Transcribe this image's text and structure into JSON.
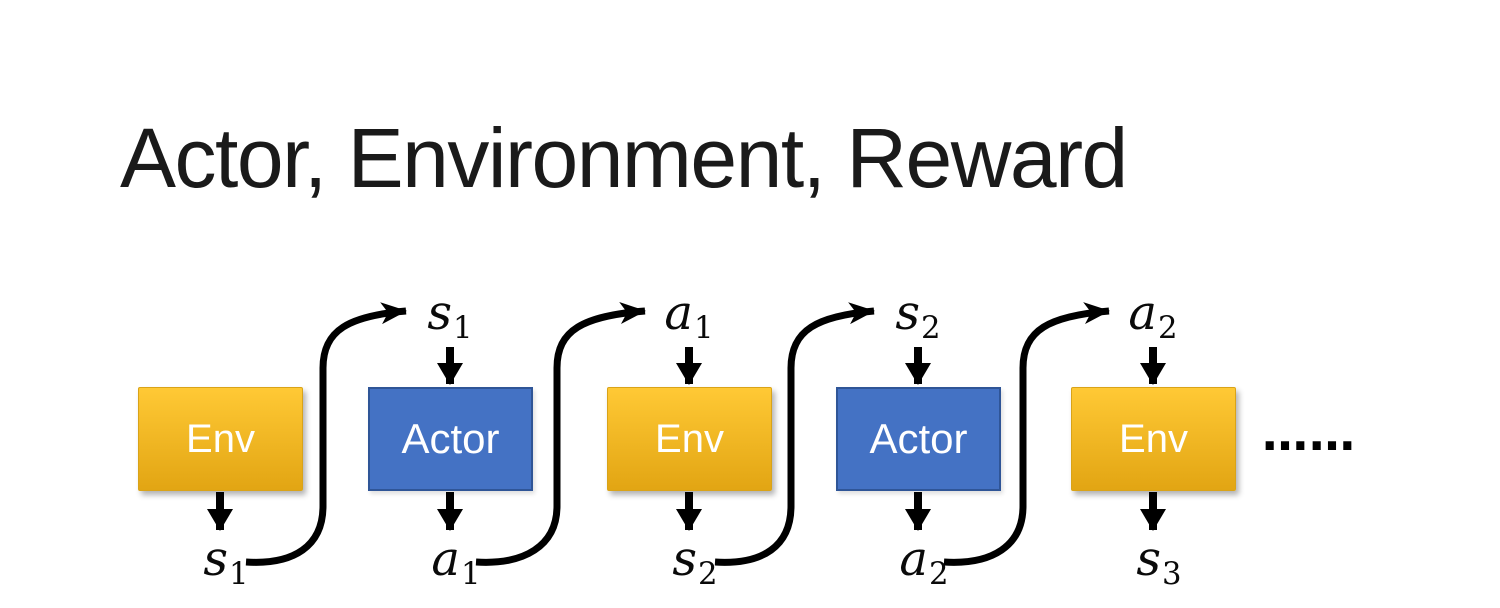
{
  "slide": {
    "title": "Actor, Environment, Reward"
  },
  "colors": {
    "title": "#1a1a1a",
    "env_fill_top": "#FFC935",
    "env_fill_bottom": "#E2A513",
    "env_border": "#D9A318",
    "actor_fill": "#4472C4",
    "actor_border": "#2F5597",
    "box_text": "#FFFFFF",
    "arrow": "#000000"
  },
  "diagram": {
    "nodes": [
      {
        "label": "Env",
        "bottom_label": {
          "base": "s",
          "sub": "1"
        }
      },
      {
        "label": "Actor",
        "top_label": {
          "base": "s",
          "sub": "1"
        },
        "bottom_label": {
          "base": "a",
          "sub": "1"
        }
      },
      {
        "label": "Env",
        "top_label": {
          "base": "a",
          "sub": "1"
        },
        "bottom_label": {
          "base": "s",
          "sub": "2"
        }
      },
      {
        "label": "Actor",
        "top_label": {
          "base": "s",
          "sub": "2"
        },
        "bottom_label": {
          "base": "a",
          "sub": "2"
        }
      },
      {
        "label": "Env",
        "top_label": {
          "base": "a",
          "sub": "2"
        },
        "bottom_label": {
          "base": "s",
          "sub": "3"
        }
      }
    ],
    "ellipsis": "……"
  }
}
